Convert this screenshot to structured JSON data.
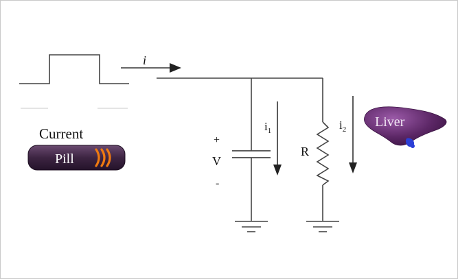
{
  "current_arrow": {
    "label": "i"
  },
  "pill": {
    "caption": "Current",
    "label": "Pill"
  },
  "capacitor": {
    "plus": "+",
    "voltage": "V",
    "minus": "-"
  },
  "branch_currents": {
    "i1": {
      "base": "i",
      "sub": "1"
    },
    "i2": {
      "base": "i",
      "sub": "2"
    }
  },
  "resistor": {
    "label": "R"
  },
  "liver": {
    "label": "Liver"
  },
  "colors": {
    "wire": "#444444",
    "pill_body": "#3d2542",
    "pill_stripes": "#f07a10",
    "liver": "#5c2766",
    "liver_dot": "#2b3fd6"
  }
}
